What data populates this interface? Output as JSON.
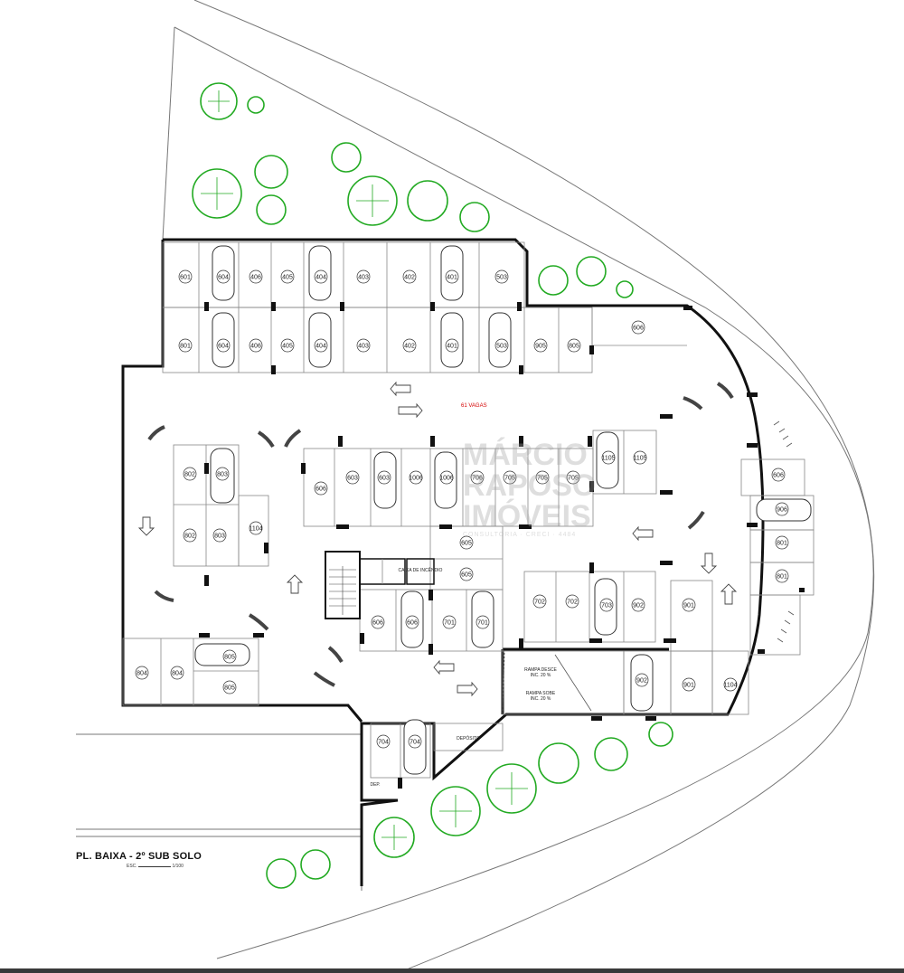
{
  "plan": {
    "title": "PL. BAIXA - 2º SUB SOLO",
    "scale_prefix": "ESC.",
    "scale_value": "1/100",
    "vagas_label": "61 VAGAS",
    "watermark_line1": "MÁRCIO",
    "watermark_line2": "RAPOSO",
    "watermark_line3": "IMÓVEIS",
    "watermark_sub": "CONSULTORIA · CRECI · 4484",
    "ramp_descent_title": "RAMPA DESCE",
    "ramp_descent_note": "INC. 20 %",
    "ramp_ascent_title": "RAMPA SOBE",
    "ramp_ascent_note": "INC. 20 %",
    "storage_label": "DEPÓSITO",
    "elevator_box_label": "CAIXA DE INCÊNDIO",
    "dep_label": "DEP."
  },
  "stalls": {
    "top_row_1": [
      "601",
      "604",
      "406",
      "405",
      "404",
      "403",
      "402",
      "401",
      "503"
    ],
    "top_row_2": [
      "801",
      "604",
      "406",
      "405",
      "404",
      "403",
      "402",
      "401",
      "503",
      "905",
      "805"
    ],
    "right_upper": "606",
    "left_block": [
      "802",
      "803",
      "802",
      "803"
    ],
    "left_side": "1104",
    "center_row": [
      "606",
      "603",
      "603",
      "1006",
      "1006",
      "706",
      "705",
      "705",
      "705"
    ],
    "center_right": [
      "1105",
      "1105"
    ],
    "center_lower": [
      "605",
      "605"
    ],
    "right_side": [
      "606",
      "906",
      "801",
      "801"
    ],
    "lower_middle": [
      "606",
      "606",
      "701",
      "701"
    ],
    "lower_right": [
      "702",
      "702",
      "703",
      "902",
      "901"
    ],
    "bottom_left": [
      "804",
      "804",
      "805",
      "805"
    ],
    "bottom_right": [
      "902",
      "901",
      "1104"
    ],
    "bottom_center": [
      "704",
      "704"
    ]
  },
  "colors": {
    "wall": "#111111",
    "line": "#555555",
    "tree": "#22aa22",
    "vagas": "#d40000"
  }
}
